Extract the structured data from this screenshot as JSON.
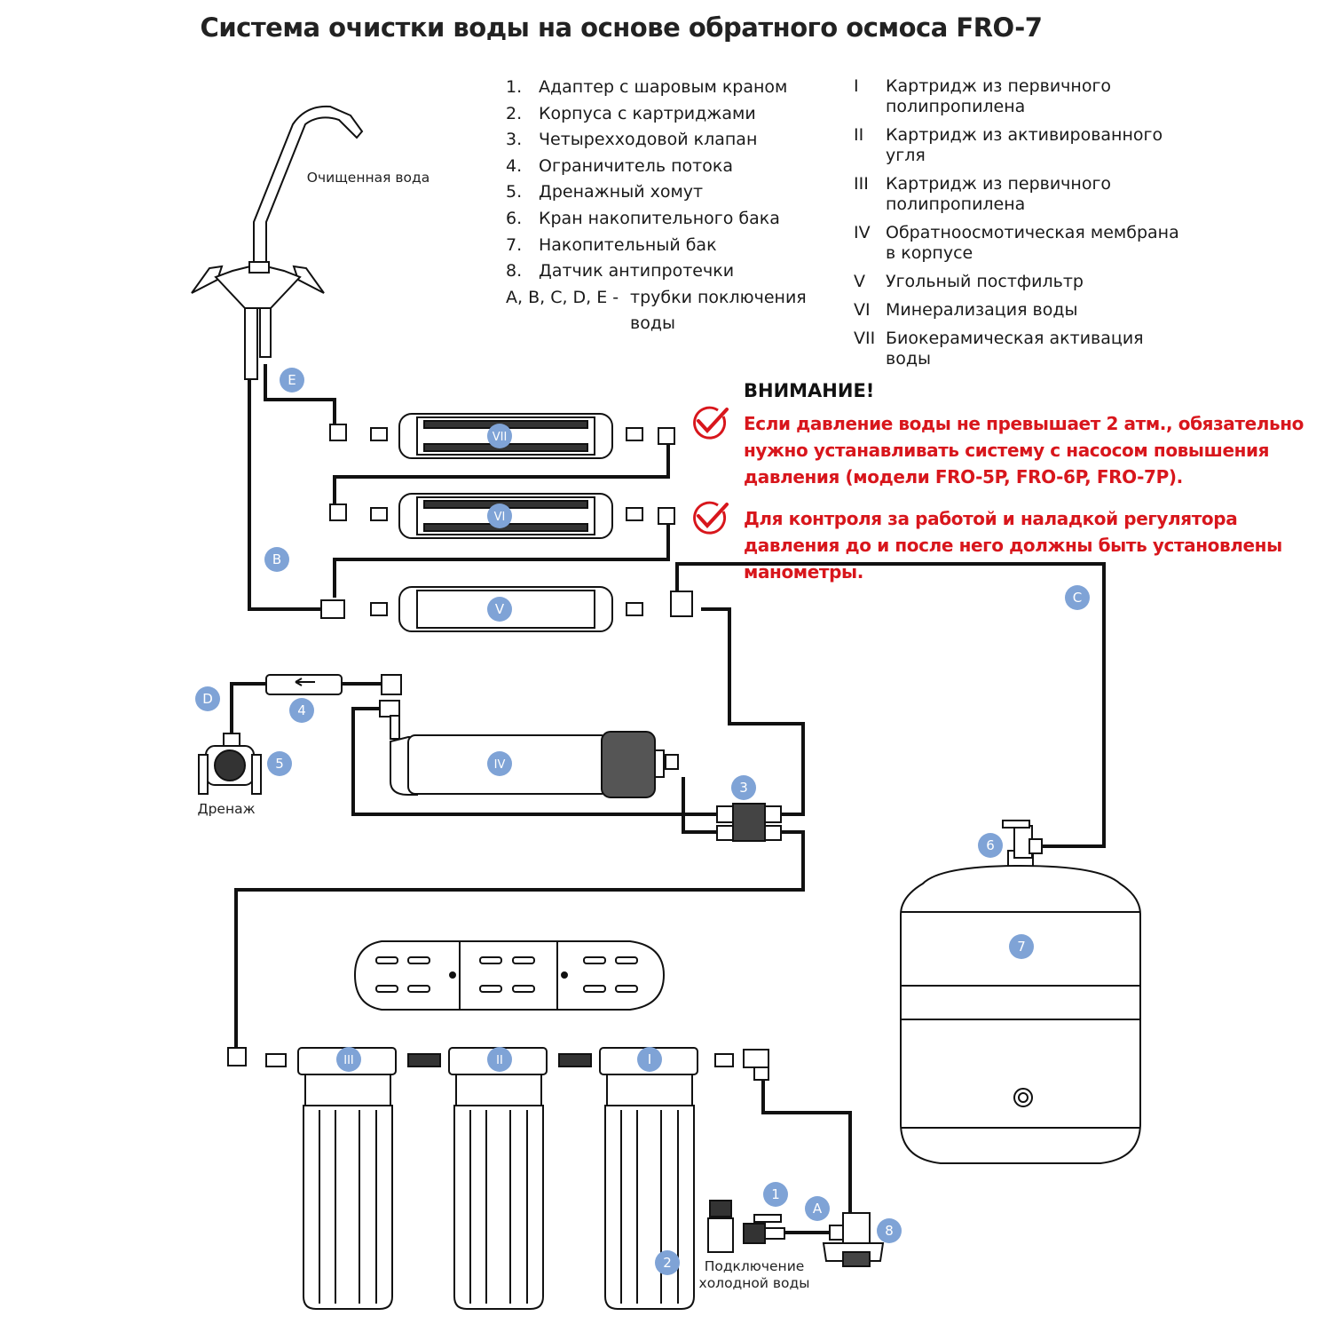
{
  "title": "Система очистки воды на основе обратного осмоса FRO-7",
  "components": [
    {
      "num": "1.",
      "label": "Адаптер с шаровым краном"
    },
    {
      "num": "2.",
      "label": "Корпуса с картриджами"
    },
    {
      "num": "3.",
      "label": "Четырехходовой клапан"
    },
    {
      "num": "4.",
      "label": "Ограничитель потока"
    },
    {
      "num": "5.",
      "label": "Дренажный хомут"
    },
    {
      "num": "6.",
      "label": "Кран накопительного бака"
    },
    {
      "num": "7.",
      "label": "Накопительный бак"
    },
    {
      "num": "8.",
      "label": "Датчик антипротечки"
    }
  ],
  "pipes": {
    "num": "A, B, C, D, E -",
    "label": "трубки поключения воды"
  },
  "cartridges": [
    {
      "num": "I",
      "label": "Картридж из первичного полипропилена"
    },
    {
      "num": "II",
      "label": "Картридж из активированного угля"
    },
    {
      "num": "III",
      "label": "Картридж из первичного полипропилена"
    },
    {
      "num": "IV",
      "label": "Обратноосмотическая мембрана в корпусе"
    },
    {
      "num": "V",
      "label": "Угольный постфильтр"
    },
    {
      "num": "VI",
      "label": "Минерализация воды"
    },
    {
      "num": "VII",
      "label": "Биокерамическая активация воды"
    }
  ],
  "warning": {
    "heading": "ВНИМАНИЕ!",
    "item1": "Если давление воды не превышает 2 атм., обязательно нужно устанавливать систему с насосом повышения давления (модели FRO-5P, FRO-6P, FRO-7P).",
    "item2": "Для контроля за работой и наладкой регулятора давления до и после него должны быть установлены манометры."
  },
  "captions": {
    "clean_water": "Очищенная вода",
    "drain": "Дренаж",
    "cold_water": "Подключение холодной воды"
  },
  "badges": {
    "E": "E",
    "B": "B",
    "C": "C",
    "D": "D",
    "A": "A",
    "n1": "1",
    "n2": "2",
    "n3": "3",
    "n4": "4",
    "n5": "5",
    "n6": "6",
    "n7": "7",
    "n8": "8",
    "VII": "VII",
    "VI": "VI",
    "V": "V",
    "IV": "IV",
    "III": "III",
    "II": "II",
    "I": "I"
  },
  "colors": {
    "badge": "#7fa3d6",
    "warning": "#d8161c",
    "line": "#111111"
  }
}
